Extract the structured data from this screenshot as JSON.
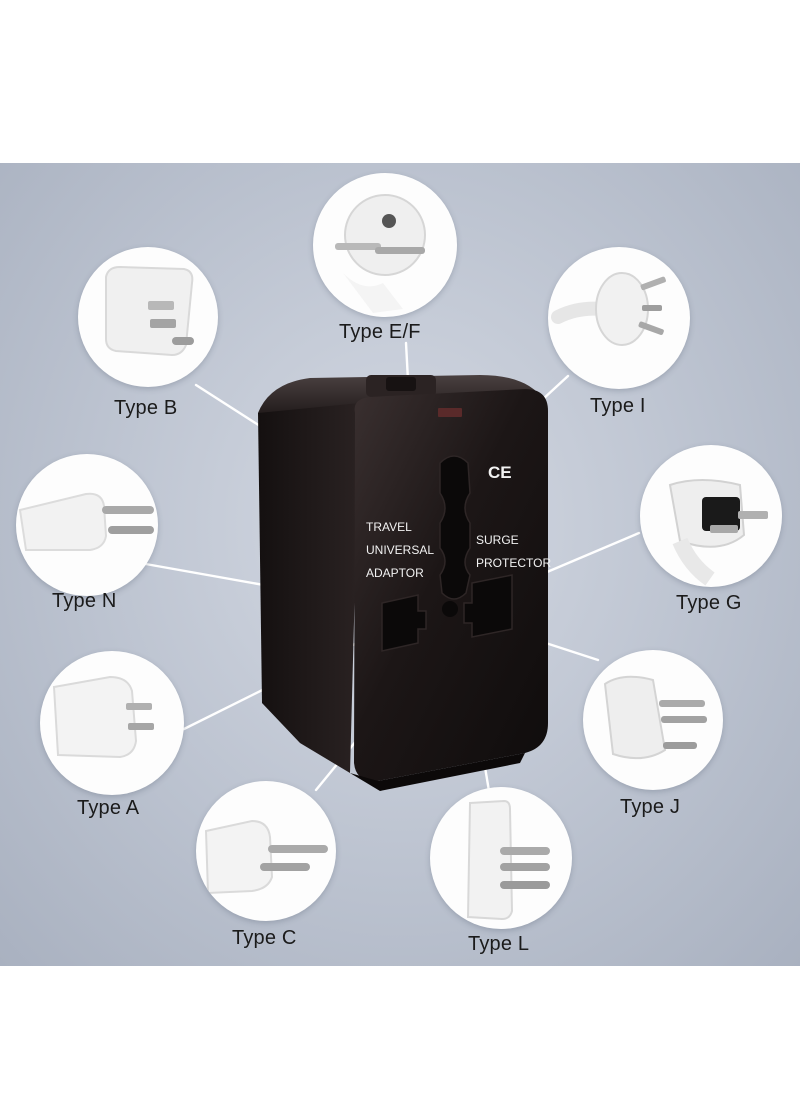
{
  "image": {
    "background_color": "#b8c0cd",
    "device": {
      "body_color": "#1c1616",
      "left_text": [
        "TRAVEL",
        "UNIVERSAL",
        "ADAPTOR"
      ],
      "right_text": [
        "SURGE",
        "PROTECTOR"
      ],
      "certification_mark": "CE"
    },
    "plug_types": [
      {
        "id": "type-ef",
        "label": "Type E/F"
      },
      {
        "id": "type-b",
        "label": "Type B"
      },
      {
        "id": "type-i",
        "label": "Type I"
      },
      {
        "id": "type-n",
        "label": "Type N"
      },
      {
        "id": "type-g",
        "label": "Type G"
      },
      {
        "id": "type-a",
        "label": "Type A"
      },
      {
        "id": "type-j",
        "label": "Type J"
      },
      {
        "id": "type-c",
        "label": "Type C"
      },
      {
        "id": "type-l",
        "label": "Type L"
      }
    ]
  }
}
